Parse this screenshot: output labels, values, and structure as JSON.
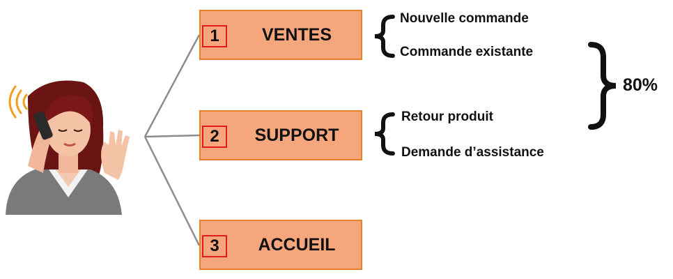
{
  "menu": [
    {
      "number": "1",
      "label": "VENTES"
    },
    {
      "number": "2",
      "label": "SUPPORT"
    },
    {
      "number": "3",
      "label": "ACCUEIL"
    }
  ],
  "ventes_options": [
    "Nouvelle commande",
    "Commande existante"
  ],
  "support_options": [
    "Retour produit",
    "Demande d’assistance"
  ],
  "total": "80%",
  "colors": {
    "box_fill": "#f6a67c",
    "box_border": "#e8812c",
    "number_border": "#e31b1b",
    "connector": "#8c8c8c"
  },
  "icons": [
    "woman-on-phone-icon",
    "curly-brace-icon"
  ]
}
